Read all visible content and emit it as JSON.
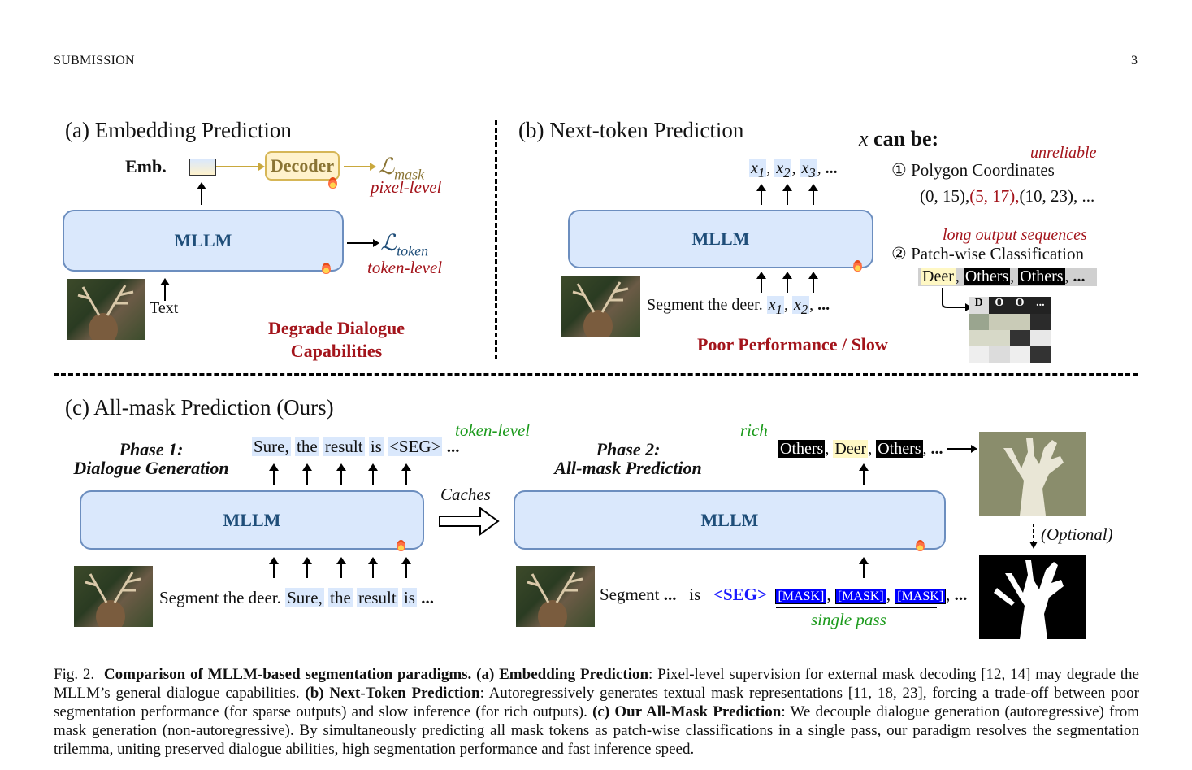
{
  "header": {
    "left": "SUBMISSION",
    "page_number": "3"
  },
  "panel_a": {
    "title": "(a) Embedding Prediction",
    "emb_label": "Emb.",
    "decoder_label": "Decoder",
    "loss_mask": "ℒ",
    "loss_mask_sub": "mask",
    "pixel_level": "pixel-level",
    "mllm_label": "MLLM",
    "loss_token": "ℒ",
    "loss_token_sub": "token",
    "token_level": "token-level",
    "text_label": "Text",
    "verdict_line1": "Degrade Dialogue",
    "verdict_line2": "Capabilities"
  },
  "panel_b": {
    "title": "(b) Next-token Prediction",
    "output_tokens": [
      "x",
      "x",
      "x"
    ],
    "output_subs": [
      "1",
      "2",
      "3"
    ],
    "ellipsis": "...",
    "mllm_label": "MLLM",
    "input_text": "Segment the deer.",
    "input_tokens": [
      "x",
      "x"
    ],
    "input_subs": [
      "1",
      "2"
    ],
    "verdict": "Poor Performance / Slow",
    "x_can_be": "can be:",
    "x_var": "x",
    "unreliable": "unreliable",
    "option1": "① Polygon Coordinates",
    "coords_black1": "(0, 15),",
    "coords_red": "(5, 17),",
    "coords_black2": "(10, 23), ...",
    "long_output": "long output sequences",
    "option2": "② Patch-wise Classification",
    "class_tokens": [
      "Deer",
      "Others",
      "Others"
    ],
    "class_ellipsis": "...",
    "grid_header": [
      "D",
      "O",
      "O",
      "..."
    ]
  },
  "panel_c": {
    "title": "(c) All-mask Prediction (Ours)",
    "phase1_line1": "Phase 1:",
    "phase1_line2": "Dialogue Generation",
    "phase1_outputs": [
      "Sure,",
      "the",
      "result",
      "is",
      "<SEG>"
    ],
    "phase1_ellipsis": "...",
    "token_level": "token-level",
    "mllm_label": "MLLM",
    "phase1_input_text": "Segment the deer.",
    "phase1_inputs": [
      "Sure,",
      "the",
      "result",
      "is"
    ],
    "caches": "Caches",
    "phase2_line1": "Phase 2:",
    "phase2_line2": "All-mask Prediction",
    "rich": "rich",
    "phase2_outputs": [
      "Others",
      "Deer",
      "Others"
    ],
    "phase2_ellipsis": "...",
    "phase2_input_segment": "Segment",
    "phase2_input_dots": "...",
    "phase2_input_is": "is",
    "seg_token": "<SEG>",
    "mask_tokens": [
      "[MASK]",
      "[MASK]",
      "[MASK]"
    ],
    "single_pass": "single pass",
    "optional": "(Optional)"
  },
  "caption": {
    "fig": "Fig. 2.",
    "bold1": "Comparison of MLLM-based segmentation paradigms. (a) Embedding Prediction",
    "text1": ": Pixel-level supervision for external mask decoding [12, 14] may degrade the MLLM’s general dialogue capabilities.",
    "bold2": "(b) Next-Token Prediction",
    "text2": ": Autoregressively generates textual mask representations [11, 18, 23], forcing a trade-off between poor segmentation performance (for sparse outputs) and slow inference (for rich outputs).",
    "bold3": "(c) Our All-Mask Prediction",
    "text3": ": We decouple dialogue generation (autoregressive) from mask generation (non-autoregressive). By simultaneously predicting all mask tokens as patch-wise classifications in a single pass, our paradigm resolves the segmentation trilemma, uniting preserved dialogue abilities, high segmentation performance and fast inference speed."
  }
}
